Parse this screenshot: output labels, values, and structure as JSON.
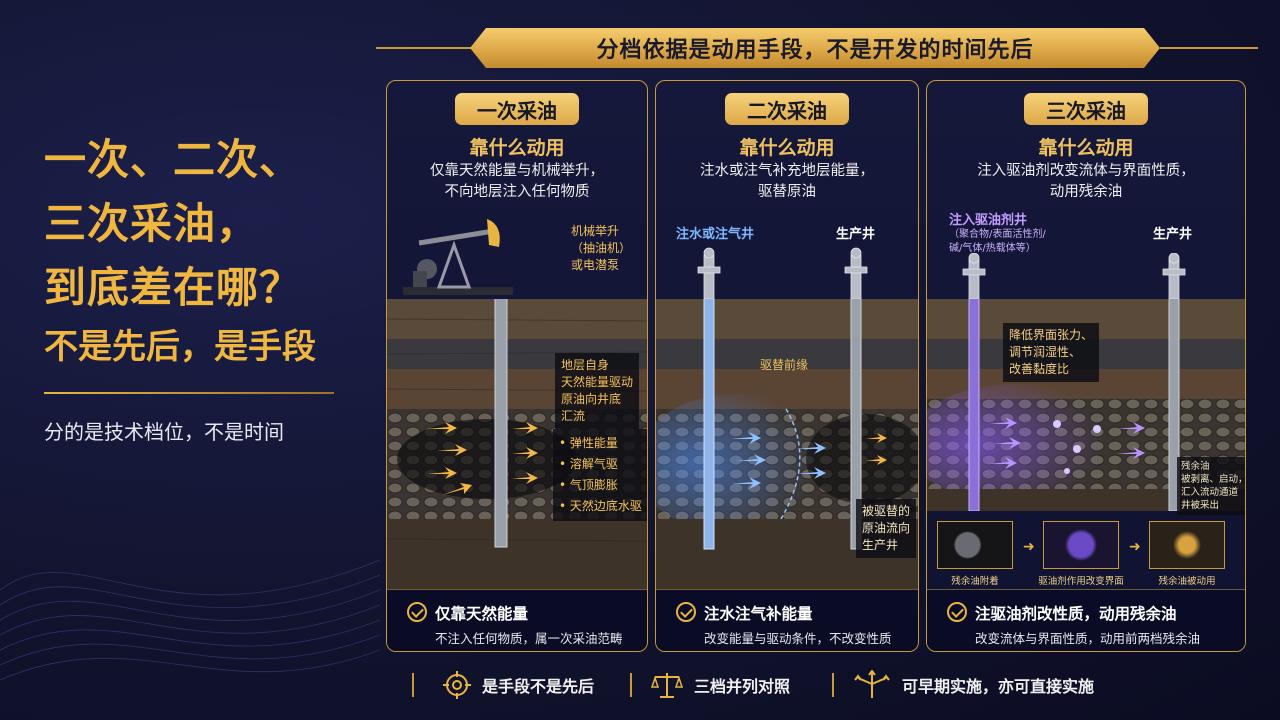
{
  "title": {
    "line1": "一次、二次、",
    "line2": "三次采油，",
    "line3": "到底差在哪？",
    "line4": "不是先后，是手段"
  },
  "caption": "分的是技术档位，不是时间",
  "banner": "分档依据是动用手段，不是开发的时间先后",
  "cards": [
    {
      "pill": "一次采油",
      "kao": "靠什么动用",
      "desc1": "仅靠天然能量与机械举升，",
      "desc2": "不向地层注入任何物质",
      "lift_label1": "机械举升",
      "lift_label2": "（抽油机）",
      "lift_label3": "或电潜泵",
      "energy_label1": "地层自身",
      "energy_label2": "天然能量驱动",
      "energy_label3": "原油向井底",
      "energy_label4": "汇流",
      "bullets": [
        "• 弹性能量",
        "• 溶解气驱",
        "• 气顶膨胀",
        "• 天然边底水驱"
      ],
      "bottom_main": "仅靠天然能量",
      "bottom_sub": "不注入任何物质，属一次采油范畴"
    },
    {
      "pill": "二次采油",
      "kao": "靠什么动用",
      "desc1": "注水或注气补充地层能量，",
      "desc2": "驱替原油",
      "inj_label": "注水或注气井",
      "prod_label": "生产井",
      "front_label": "驱替前缘",
      "displaced1": "被驱替的",
      "displaced2": "原油流向",
      "displaced3": "生产井",
      "bottom_main": "注水注气补能量",
      "bottom_sub": "改变能量与驱动条件，不改变性质"
    },
    {
      "pill": "三次采油",
      "kao": "靠什么动用",
      "desc1": "注入驱油剂改变流体与界面性质，",
      "desc2": "动用残余油",
      "inj_label": "注入驱油剂井",
      "inj_sub1": "（聚合物/表面活性剂/",
      "inj_sub2": "碱/气体/热载体等）",
      "prod_label": "生产井",
      "mech1": "降低界面张力、",
      "mech2": "调节润湿性、",
      "mech3": "改善黏度比",
      "residual1": "残余油",
      "residual2": "被剥离、启动，",
      "residual3": "汇入流动通道",
      "residual4": "井被采出",
      "stage1": "残余油附着",
      "stage2": "驱油剂作用改变界面",
      "stage3": "残余油被动用",
      "bottom_main": "注驱油剂改性质，动用残余油",
      "bottom_sub": "改变流体与界面性质，动用前两档残余油"
    }
  ],
  "footer": [
    {
      "icon": "target-icon",
      "text": "是手段不是先后"
    },
    {
      "icon": "scale-icon",
      "text": "三档并列对照"
    },
    {
      "icon": "arrows-spread-icon",
      "text": "可早期实施，亦可直接实施"
    }
  ],
  "colors": {
    "gold": "#e8b443",
    "navy": "#12142f",
    "blue_flow": "#6aa8ff",
    "purple_flow": "#9b6bff"
  }
}
